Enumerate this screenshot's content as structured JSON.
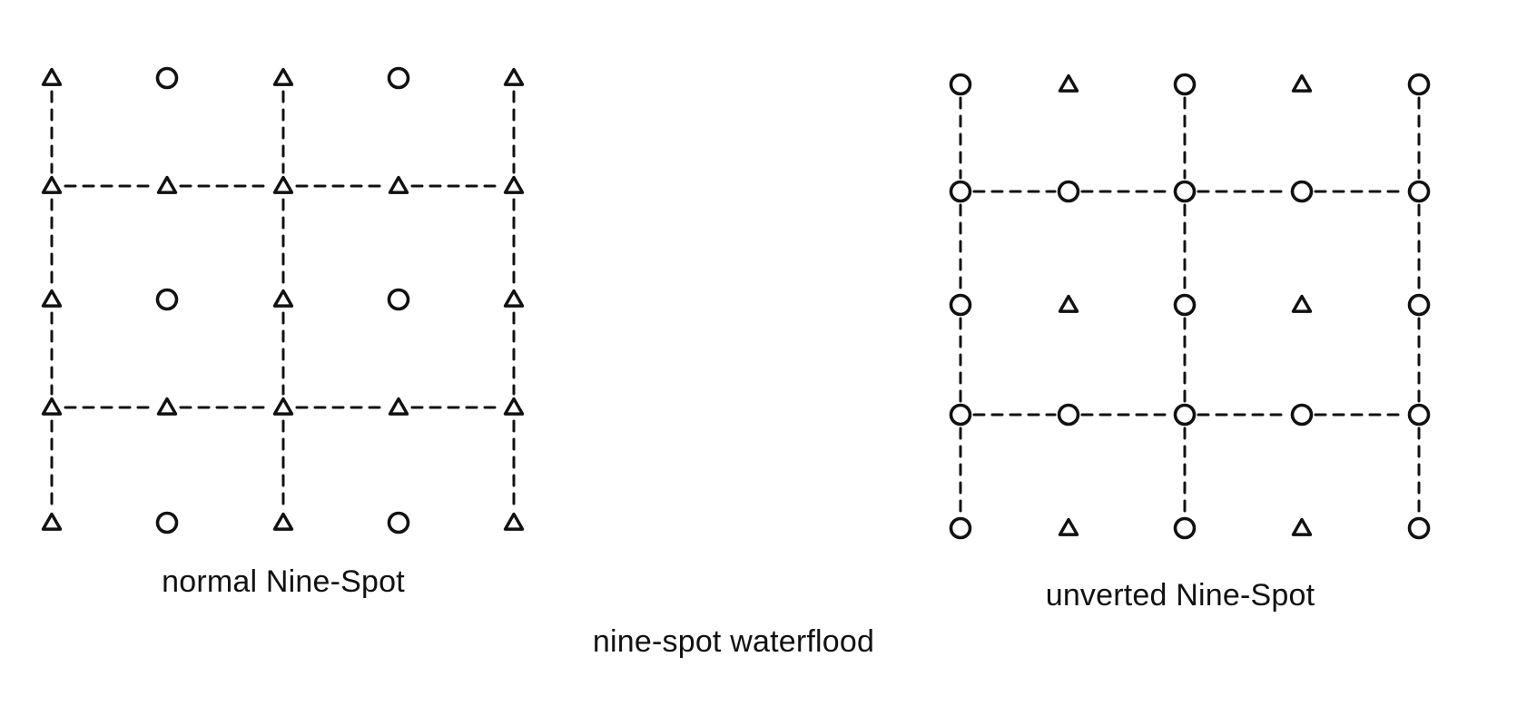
{
  "legend_colors": {
    "ink": "#111111",
    "background": "#ffffff"
  },
  "patterns": [
    {
      "id": "normal",
      "caption": "normal Nine-Spot",
      "grid": [
        [
          "triangle",
          "circle",
          "triangle",
          "circle",
          "triangle"
        ],
        [
          "triangle",
          "triangle",
          "triangle",
          "triangle",
          "triangle"
        ],
        [
          "triangle",
          "circle",
          "triangle",
          "circle",
          "triangle"
        ],
        [
          "triangle",
          "triangle",
          "triangle",
          "triangle",
          "triangle"
        ],
        [
          "triangle",
          "circle",
          "triangle",
          "circle",
          "triangle"
        ]
      ]
    },
    {
      "id": "inverted",
      "caption": "unverted Nine-Spot",
      "grid": [
        [
          "circle",
          "triangle",
          "circle",
          "triangle",
          "circle"
        ],
        [
          "circle",
          "circle",
          "circle",
          "circle",
          "circle"
        ],
        [
          "circle",
          "triangle",
          "circle",
          "triangle",
          "circle"
        ],
        [
          "circle",
          "circle",
          "circle",
          "circle",
          "circle"
        ],
        [
          "circle",
          "triangle",
          "circle",
          "triangle",
          "circle"
        ]
      ]
    }
  ],
  "title": "nine-spot waterflood"
}
